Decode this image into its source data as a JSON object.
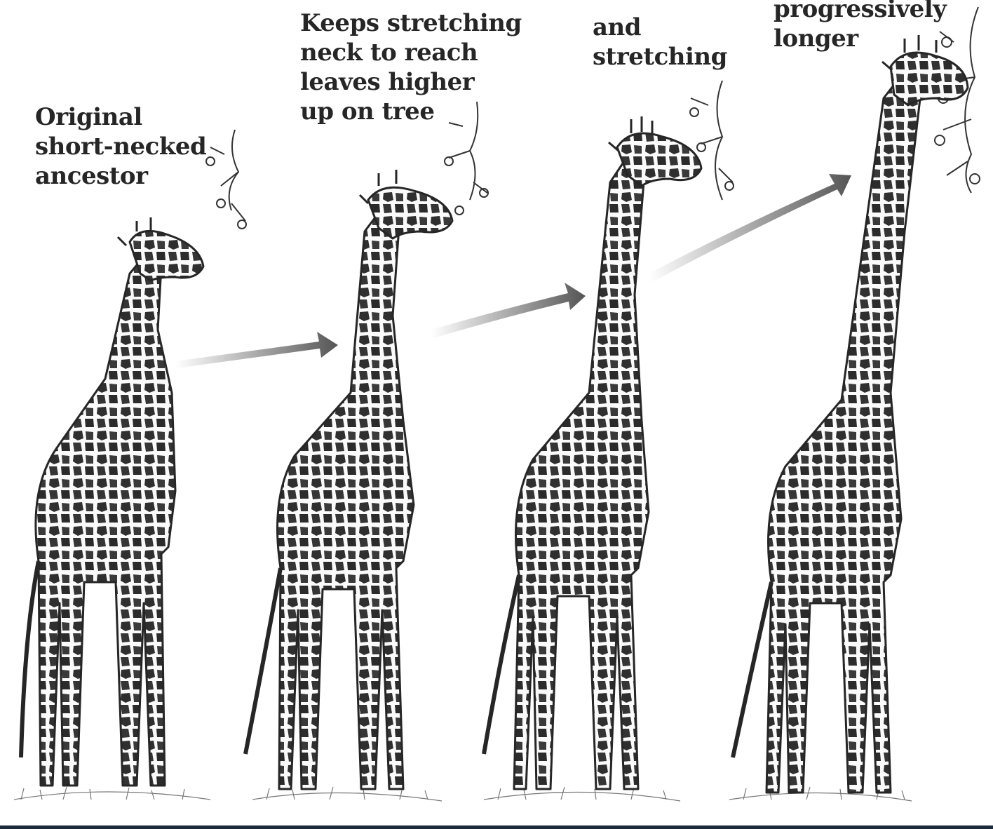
{
  "captions": [
    {
      "id": "original",
      "text": "Original\nshort-necked\nancestor"
    },
    {
      "id": "keeps-stretching",
      "text": "Keeps stretching\nneck to reach\nleaves higher\nup on tree"
    },
    {
      "id": "and-stretching",
      "text": "and\nstretching"
    },
    {
      "id": "progressively-longer",
      "text": "progressively\nlonger"
    }
  ],
  "colors": {
    "ink": "#262626",
    "patch": "#2f2f2f",
    "arrow": "#555555",
    "background": "#ffffff",
    "bottom_bar": "#1e2a3c"
  },
  "icons": [
    "giraffe-icon",
    "tree-branch-icon",
    "arrow-icon",
    "grass-icon"
  ]
}
